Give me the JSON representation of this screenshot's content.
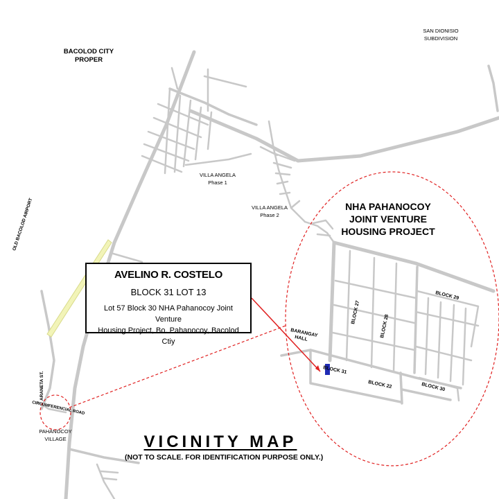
{
  "map": {
    "labels": {
      "bacolod_city_proper": [
        "BACOLOD CITY",
        "PROPER"
      ],
      "san_dionisio": [
        "SAN DIONISIO",
        "SUBDIVISION"
      ],
      "villa_angela_1": [
        "VILLA ANGELA",
        "Phase 1"
      ],
      "villa_angela_2": [
        "VILLA ANGELA",
        "Phase 2"
      ],
      "old_airport": "OLD BACOLOD AIRPORT",
      "araneta_st": "ARANETA ST.",
      "circumferencial_road": "CIRCUMFERENCIAL ROAD",
      "pahanocoy_village": [
        "PAHANOCOY",
        "VILLAGE"
      ],
      "barangay_hall": [
        "BARANGAY",
        "HALL"
      ],
      "project": [
        "NHA PAHANOCOY",
        "JOINT VENTURE",
        "HOUSING PROJECT"
      ],
      "blocks": {
        "b27": "BLOCK 27",
        "b28": "BLOCK 28",
        "b29": "BLOCK 29",
        "b30": "BLOCK 30",
        "b31": "BLOCK 31",
        "b22": "BLOCK 22"
      }
    },
    "colors": {
      "road": "#c8c8c8",
      "highlight_circle": "#e02020",
      "pointer_line": "#e02020",
      "lot_marker": "#1f2bb5",
      "airport_strip": "#f2f4b8"
    }
  },
  "info_box": {
    "owner": "AVELINO R. COSTELO",
    "block_lot": "BLOCK 31 LOT 13",
    "address_line1": "Lot 57  Block 30 NHA Pahanocoy Joint Venture",
    "address_line2": "Housing Project, Bo. Pahanocoy, Bacolod Ctiy"
  },
  "title": {
    "main": "VICINITY MAP",
    "note": "(NOT TO SCALE. FOR IDENTIFICATION PURPOSE ONLY.)"
  }
}
